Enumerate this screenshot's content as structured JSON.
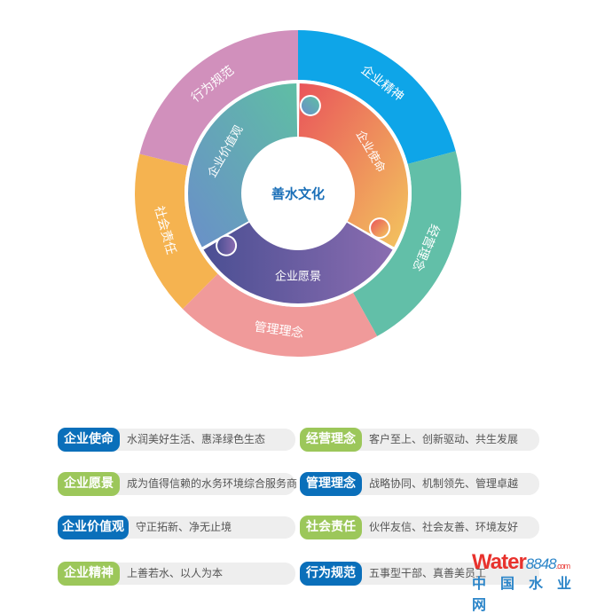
{
  "center": {
    "label": "善水文化",
    "color": "#1a6fb8"
  },
  "outer_ring": [
    {
      "label": "企业精神",
      "color": "#0ea5e8"
    },
    {
      "label": "经营理念",
      "color": "#62bfa8"
    },
    {
      "label": "管理理念",
      "color": "#f09a9a"
    },
    {
      "label": "社会责任",
      "color": "#f5b350"
    },
    {
      "label": "行为规范",
      "color": "#d190bc"
    }
  ],
  "inner_ring": [
    {
      "label": "企业使命",
      "colors": [
        "#e9545a",
        "#f3c55e"
      ]
    },
    {
      "label": "企业愿景",
      "colors": [
        "#4b4f93",
        "#8a6cb0"
      ]
    },
    {
      "label": "企业价值观",
      "colors": [
        "#6a8fc9",
        "#5fbea4"
      ]
    }
  ],
  "list": [
    {
      "title": "企业使命",
      "text": "水润美好生活、惠泽绿色生态",
      "color": "#0a6fba"
    },
    {
      "title": "经营理念",
      "text": "客户至上、创新驱动、共生发展",
      "color": "#9cc75a"
    },
    {
      "title": "企业愿景",
      "text": "成为值得信赖的水务环境综合服务商",
      "color": "#9cc75a"
    },
    {
      "title": "管理理念",
      "text": "战略协同、机制领先、管理卓越",
      "color": "#0a6fba"
    },
    {
      "title": "企业价值观",
      "text": "守正拓新、净无止境",
      "color": "#0a6fba"
    },
    {
      "title": "社会责任",
      "text": "伙伴友信、社会友善、环境友好",
      "color": "#9cc75a"
    },
    {
      "title": "企业精神",
      "text": "上善若水、以人为本",
      "color": "#9cc75a"
    },
    {
      "title": "行为规范",
      "text": "五事型干部、真善美员工",
      "color": "#0a6fba"
    }
  ],
  "watermark": {
    "brand": "Water",
    "number": "8848",
    "suffix": ".com",
    "name": "中国水业网"
  }
}
